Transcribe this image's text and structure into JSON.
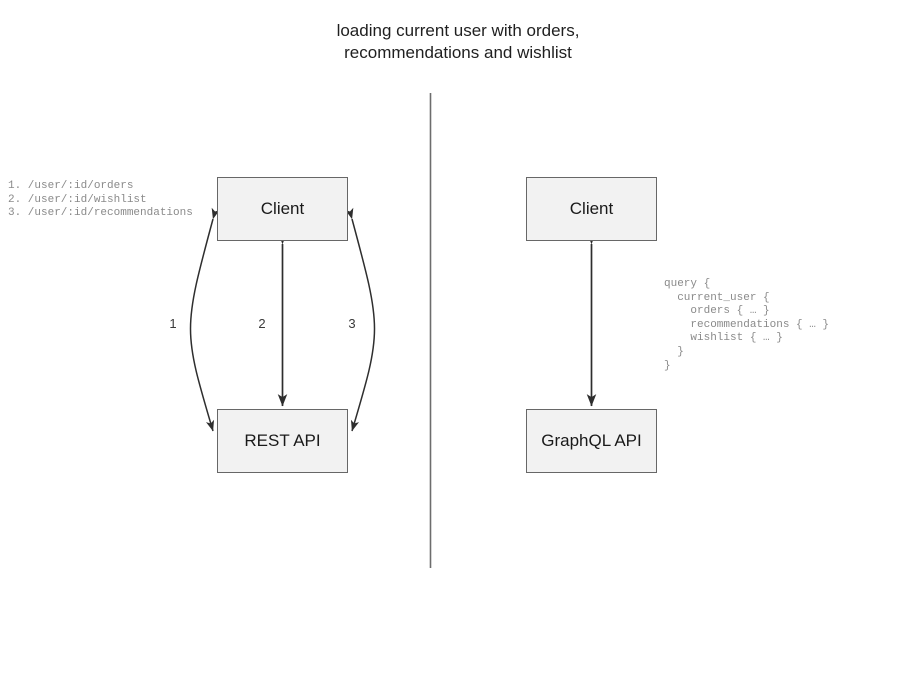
{
  "diagram": {
    "title": "loading current user with orders,\nrecommendations and wishlist",
    "divider_label": "vertical-divider",
    "left_panel": {
      "name": "rest-approach",
      "client_box": "Client",
      "api_box": "REST API",
      "endpoints_code": "1. /user/:id/orders\n2. /user/:id/wishlist\n3. /user/:id/recommendations",
      "edges": [
        {
          "label": "1",
          "style": "curved-left",
          "direction": "bidirectional"
        },
        {
          "label": "2",
          "style": "straight",
          "direction": "bidirectional"
        },
        {
          "label": "3",
          "style": "curved-right",
          "direction": "bidirectional"
        }
      ]
    },
    "right_panel": {
      "name": "graphql-approach",
      "client_box": "Client",
      "api_box": "GraphQL API",
      "query_code": "query {\n  current_user {\n    orders { … }\n    recommendations { … }\n    wishlist { … }\n  }\n}",
      "edges": [
        {
          "label": "",
          "style": "straight",
          "direction": "bidirectional"
        }
      ]
    },
    "colors": {
      "box_fill": "#f2f2f2",
      "box_border": "#676767",
      "stroke": "#3a3a3a",
      "code_text": "#8a8a8a",
      "title_text": "#1f1f1f"
    }
  }
}
